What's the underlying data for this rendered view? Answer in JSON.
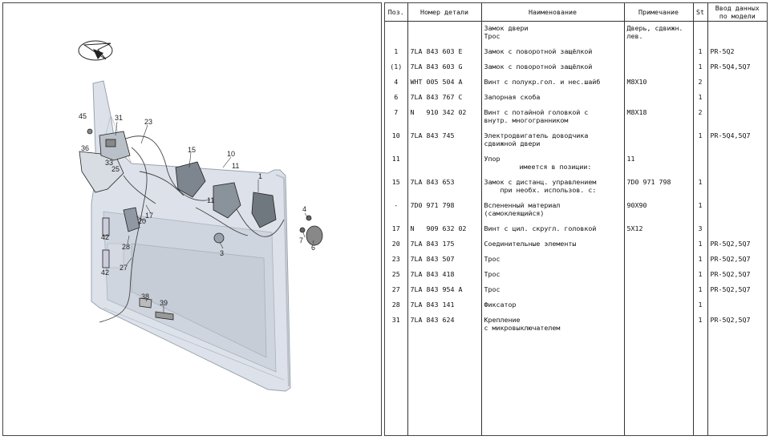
{
  "table": {
    "headers": {
      "pos": "Поз.",
      "part": "Номер детали",
      "name": "Наименование",
      "note": "Примечание",
      "st": "St",
      "model": [
        "Ввод данных",
        "по модели"
      ]
    },
    "rows": [
      {
        "pos": "",
        "part": "",
        "name": [
          "Замок двери",
          "Трос"
        ],
        "note": [
          "Дверь, сдвижн.",
          "лев."
        ],
        "st": "",
        "model": ""
      },
      {
        "pos": "1",
        "part": "7LA 843 603 E",
        "name": [
          "Замок с поворотной защёлкой"
        ],
        "note": [
          ""
        ],
        "st": "1",
        "model": "PR-5Q2"
      },
      {
        "pos": "(1)",
        "part": "7LA 843 603 G",
        "name": [
          "Замок с поворотной защёлкой"
        ],
        "note": [
          ""
        ],
        "st": "1",
        "model": "PR-5Q4,5Q7"
      },
      {
        "pos": "4",
        "part": "WHT 005 504 A",
        "name": [
          "Винт с полукр.гол. и нес.шайб"
        ],
        "note": [
          "M8X10"
        ],
        "st": "2",
        "model": ""
      },
      {
        "pos": "6",
        "part": "7LA 843 767 C",
        "name": [
          "Запорная скоба"
        ],
        "note": [
          ""
        ],
        "st": "1",
        "model": ""
      },
      {
        "pos": "7",
        "part": "N   910 342 02",
        "name": [
          "Винт с потайной головкой с",
          "внутр. многогранником"
        ],
        "note": [
          "M8X18"
        ],
        "st": "2",
        "model": ""
      },
      {
        "pos": "10",
        "part": "7LA 843 745",
        "name": [
          "Электродвигатель доводчика",
          "сдвижной двери"
        ],
        "note": [
          ""
        ],
        "st": "1",
        "model": "PR-5Q4,5Q7"
      },
      {
        "pos": "11",
        "part": "",
        "name": [
          "Упор",
          "имеется в позиции:"
        ],
        "note": [
          "",
          "11"
        ],
        "st": "",
        "model": ""
      },
      {
        "pos": "15",
        "part": "7LA 843 653",
        "name": [
          "Замок с дистанц. управлением",
          "при необх. использов. с:"
        ],
        "note": [
          "",
          "7D0 971 798"
        ],
        "st": "1",
        "model": ""
      },
      {
        "pos": "-",
        "part": "7D0 971 798",
        "name": [
          "Вспененный материал",
          "(самоклеящийся)"
        ],
        "note": [
          "90X90"
        ],
        "st": "1",
        "model": ""
      },
      {
        "pos": "17",
        "part": "N   909 632 02",
        "name": [
          "Винт с цил. скругл. головкой"
        ],
        "note": [
          "5X12"
        ],
        "st": "3",
        "model": ""
      },
      {
        "pos": "20",
        "part": "7LA 843 175",
        "name": [
          "Соединительные элементы"
        ],
        "note": [
          ""
        ],
        "st": "1",
        "model": "PR-5Q2,5Q7"
      },
      {
        "pos": "23",
        "part": "7LA 843 507",
        "name": [
          "Трос"
        ],
        "note": [
          ""
        ],
        "st": "1",
        "model": "PR-5Q2,5Q7"
      },
      {
        "pos": "25",
        "part": "7LA 843 418",
        "name": [
          "Трос"
        ],
        "note": [
          ""
        ],
        "st": "1",
        "model": "PR-5Q2,5Q7"
      },
      {
        "pos": "27",
        "part": "7LA 843 954 A",
        "name": [
          "Трос"
        ],
        "note": [
          ""
        ],
        "st": "1",
        "model": "PR-5Q2,5Q7"
      },
      {
        "pos": "28",
        "part": "7LA 843 141",
        "name": [
          "Фиксатор"
        ],
        "note": [
          ""
        ],
        "st": "1",
        "model": ""
      },
      {
        "pos": "31",
        "part": "7LA 843 624",
        "name": [
          "Крепление",
          "с микровыключателем"
        ],
        "note": [
          ""
        ],
        "st": "1",
        "model": "PR-5Q2,5Q7"
      }
    ]
  },
  "diagram": {
    "callouts": [
      "45",
      "31",
      "23",
      "36",
      "33",
      "25",
      "15",
      "10",
      "11",
      "1",
      "4",
      "7",
      "6",
      "3",
      "17",
      "20",
      "42",
      "28",
      "27",
      "42",
      "38",
      "39",
      "11"
    ]
  }
}
